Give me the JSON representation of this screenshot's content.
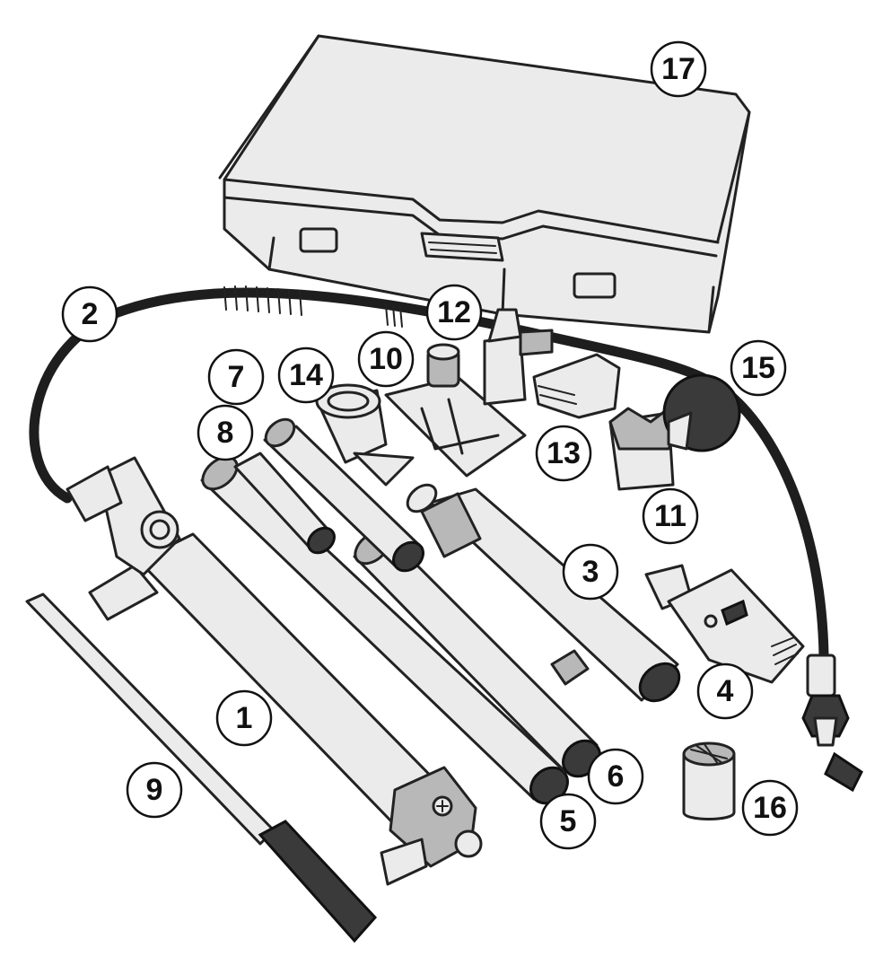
{
  "callouts": [
    {
      "label": "1"
    },
    {
      "label": "2"
    },
    {
      "label": "3"
    },
    {
      "label": "4"
    },
    {
      "label": "5"
    },
    {
      "label": "6"
    },
    {
      "label": "7"
    },
    {
      "label": "8"
    },
    {
      "label": "9"
    },
    {
      "label": "10"
    },
    {
      "label": "11"
    },
    {
      "label": "12"
    },
    {
      "label": "13"
    },
    {
      "label": "14"
    },
    {
      "label": "15"
    },
    {
      "label": "16"
    },
    {
      "label": "17"
    }
  ],
  "colors": {
    "outline": "#222222",
    "part_fill": "#ebebeb",
    "dark": "#3a3a3a",
    "mid": "#b8b8b8"
  }
}
